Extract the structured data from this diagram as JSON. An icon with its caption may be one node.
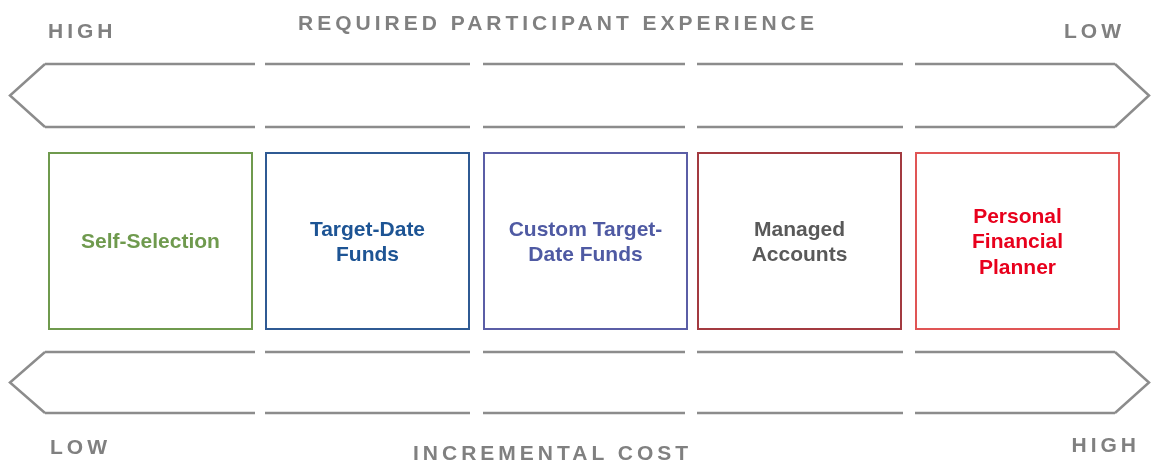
{
  "diagram": {
    "nodes": [
      {
        "text": [
          "Self-Selection"
        ]
      },
      {
        "text": [
          "Target-Date Funds"
        ]
      },
      {
        "text": [
          "Custom Target-Date Funds"
        ]
      },
      {
        "text": [
          "Managed Accounts"
        ]
      },
      {
        "text": [
          "Personal Financial Planner"
        ]
      }
    ],
    "edges": [],
    "labels": [
      "HIGH",
      "REQUIRED PARTICIPANT EXPERIENCE",
      "LOW",
      "LOW",
      "INCREMENTAL COST",
      "HIGH"
    ]
  }
}
